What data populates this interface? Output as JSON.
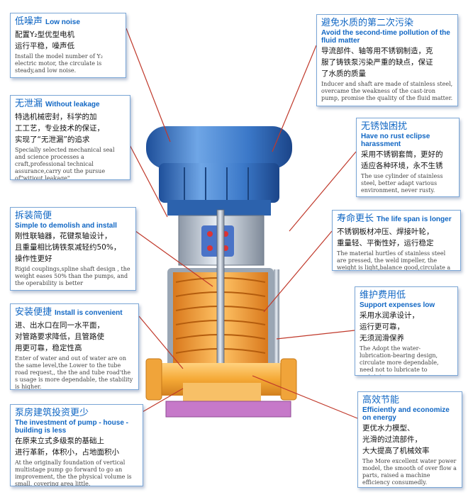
{
  "colors": {
    "accent": "#1167c4",
    "motor_blue": "#3f7fd0",
    "impeller_orange": "#f2a33b",
    "pipe_orange": "#f5b34a",
    "base_purple": "#c679c9",
    "callout_line": "#c0392b"
  },
  "cards": {
    "low_noise": {
      "title_zh": "低噪声",
      "title_en": "Low noise",
      "body_zh": [
        "配置Y₂型优型电机",
        "运行平稳，噪声低"
      ],
      "body_en": "Install the model number of Y₂ electric motor, the circulate is steady,and low noise."
    },
    "no_leakage": {
      "title_zh": "无泄漏",
      "title_en": "Without leakage",
      "body_zh": [
        "特选机械密封，科学的加",
        "工工艺，专业技术的保证，",
        "实现了“无泄漏”的追求"
      ],
      "body_en": "Specially selected mechanical seal and science processes a craft,professional technical assurance,carry out the pursue of\"witjout leakage\"."
    },
    "demolish": {
      "title_zh": "拆装简便",
      "title_en": "Simple to demolish and install",
      "body_zh": [
        "刚性联轴器，花键泵轴设计，",
        "且重量相比铸铁泵减轻约50%，",
        "操作性更好"
      ],
      "body_en": "Rigid couplings,spline shaft design , the weight eases 50% than the pumps, and the operability is better"
    },
    "install": {
      "title_zh": "安装便捷",
      "title_en": "Install is convenient",
      "body_zh": [
        "进、出水口在同一水平面，",
        "对管路要求降低，且管路使",
        "用更可靠，稳定性高"
      ],
      "body_en": "Enter of water and out of water are on the same level,the Lower to the tube road request,, the the and tube road'the s usage is more dependable, the stability is higher."
    },
    "investment": {
      "title_zh": "泵房建筑投资更少",
      "title_en": "The investment of pump - house - building is less",
      "body_zh": [
        "在原来立式多级泵的基础上",
        "进行革新，体积小，占地面积小"
      ],
      "body_en": "At the originally foundation of vertical multistage pump go forward to go an improvement, the the physical volume is small, covering area little."
    },
    "pollution": {
      "title_zh": "避免水质的第二次污染",
      "title_en": "Avoid the second-time pollution of the fluid matter",
      "body_zh": [
        "导流部件、轴等用不锈钢制造，克",
        "服了铸铁泵污染严重的缺点，保证",
        "了水质的质量"
      ],
      "body_en": "Inducer and shaft are made of stainless steel, overcame the weakness of the cast-iron pump, promise the quality of the fluid matter."
    },
    "rust": {
      "title_zh": "无锈蚀困扰",
      "title_en": "Have no rust eclipse harassment",
      "body_zh": [
        "采用不锈钢套筒，更好的",
        "适应各种环境，永不生锈"
      ],
      "body_en": "The use cylinder of stainless steel, better adapt various environment, never rusty."
    },
    "life": {
      "title_zh": "寿命更长",
      "title_en": "The life span is longer",
      "body_zh": [
        "不锈钢板材冲压、焊接叶轮，",
        "重量轻、平衡性好，运行稳定"
      ],
      "body_en": "The material hurtles of stainless steel are pressed, the weld impeller, the weight is light,balance good,circulate a stability."
    },
    "expenses": {
      "title_zh": "维护费用低",
      "title_en": "Support expenses low",
      "body_zh": [
        "采用水润承设计，",
        "运行更可靠，",
        "无须润滑保养"
      ],
      "body_en": "The Adopt the water-lubrication-bearing design, circulate more dependable, need not to lubricate to maintain."
    },
    "efficient": {
      "title_zh": "高效节能",
      "title_en": "Efficiently and economize on energy",
      "body_zh": [
        "更优水力模型、",
        "光滑的过流部件，",
        "大大提高了机械效率"
      ],
      "body_en": "The More excellent water power model, the smooth of over flow a parts, raised a machine efficiency consumedly."
    }
  }
}
